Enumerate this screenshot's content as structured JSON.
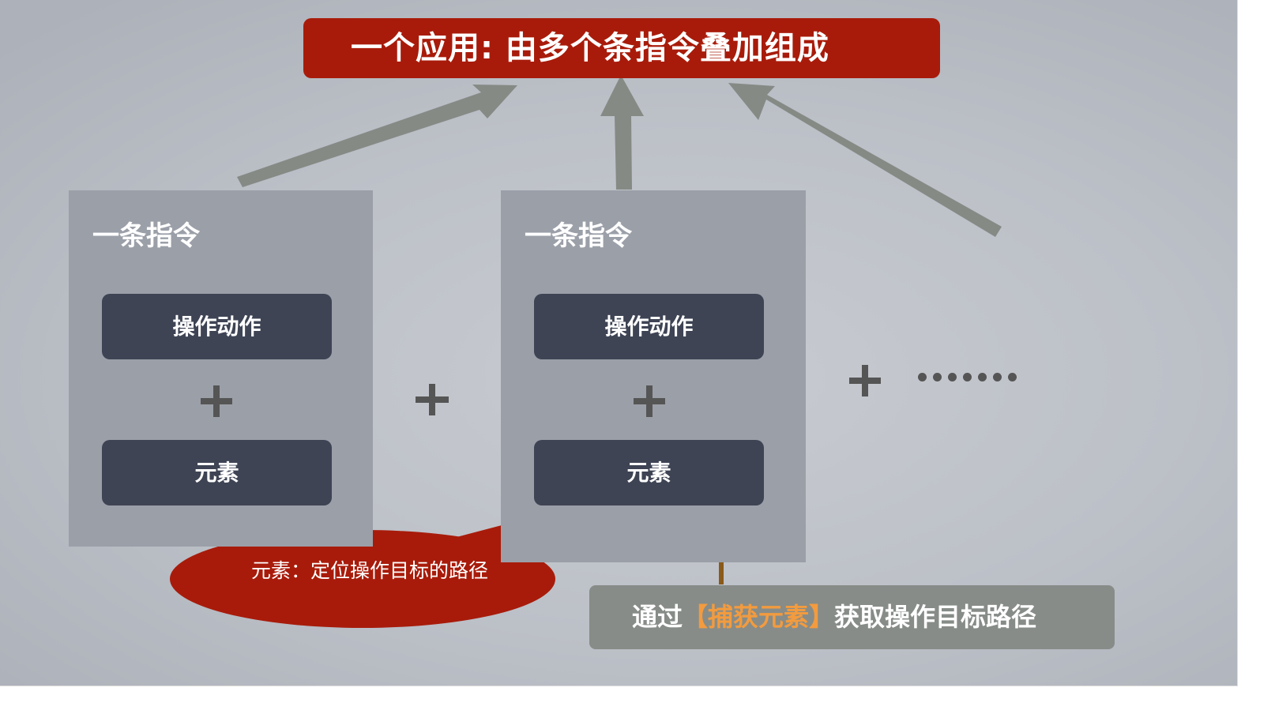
{
  "title": "一个应用: 由多个条指令叠加组成",
  "instructions": [
    {
      "title": "一条指令",
      "action_label": "操作动作",
      "element_label": "元素"
    },
    {
      "title": "一条指令",
      "action_label": "操作动作",
      "element_label": "元素"
    }
  ],
  "callout": {
    "text": "元素：定位操作目标的路径"
  },
  "caption": {
    "prefix": "通过",
    "highlight": "【捕获元素】",
    "suffix": "获取操作目标路径"
  },
  "colors": {
    "title_bg": "#a81b0a",
    "panel_bg": "#9b9fa8",
    "chip_bg": "#3e4454",
    "arrow_gray": "#858a85",
    "arrow_brown": "#8a5a1a",
    "highlight": "#f29b3f"
  }
}
